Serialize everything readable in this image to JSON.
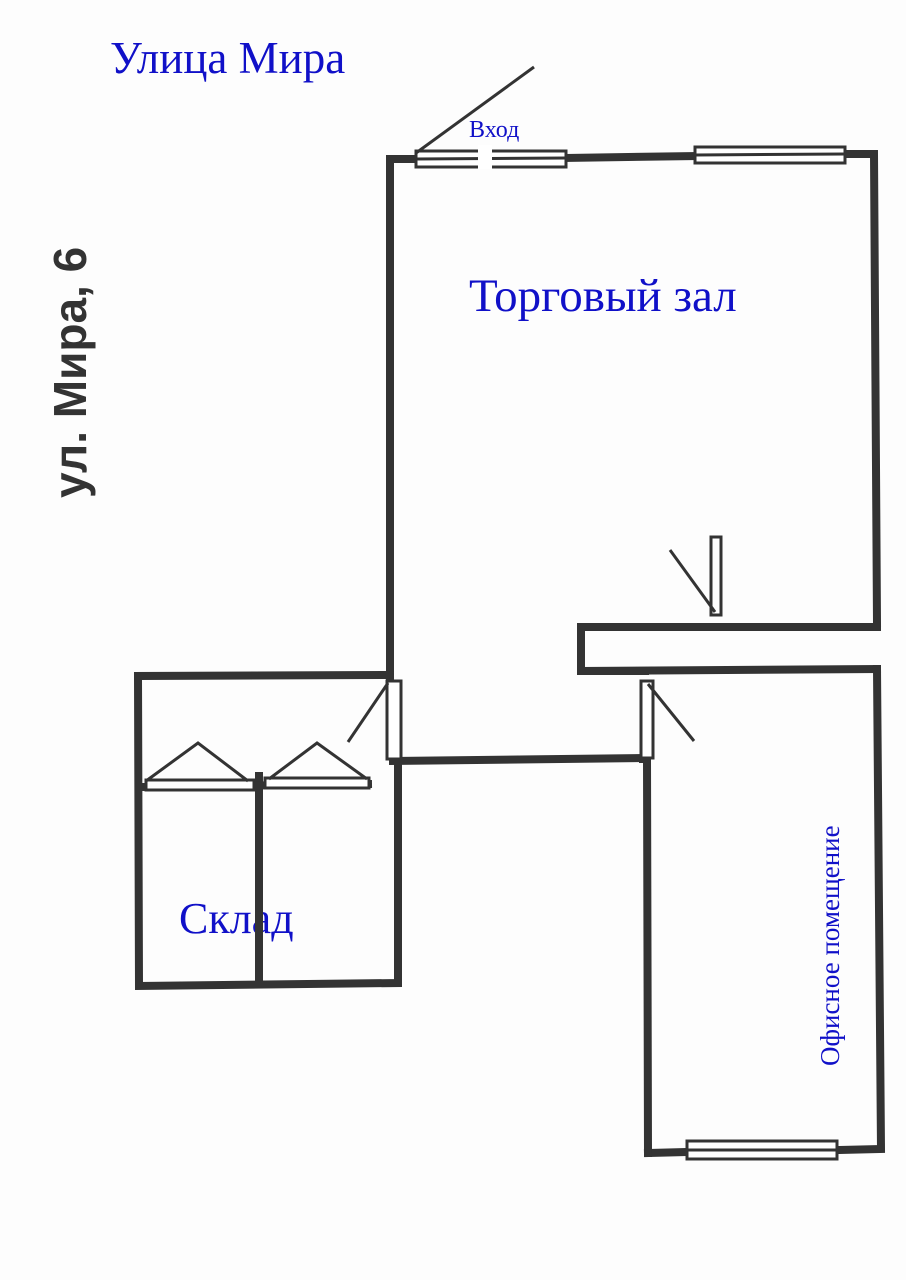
{
  "plan": {
    "street_title": "Улица Мира",
    "address": "ул. Мира, 6",
    "entrance_label": "Вход",
    "rooms": {
      "sales_hall": "Торговый зал",
      "warehouse": "Склад",
      "office": "Офисное помещение"
    }
  },
  "colors": {
    "label_blue": "#1010c8",
    "address_gray": "#333333",
    "wall": "#333333",
    "background": "#fdfdfd"
  }
}
